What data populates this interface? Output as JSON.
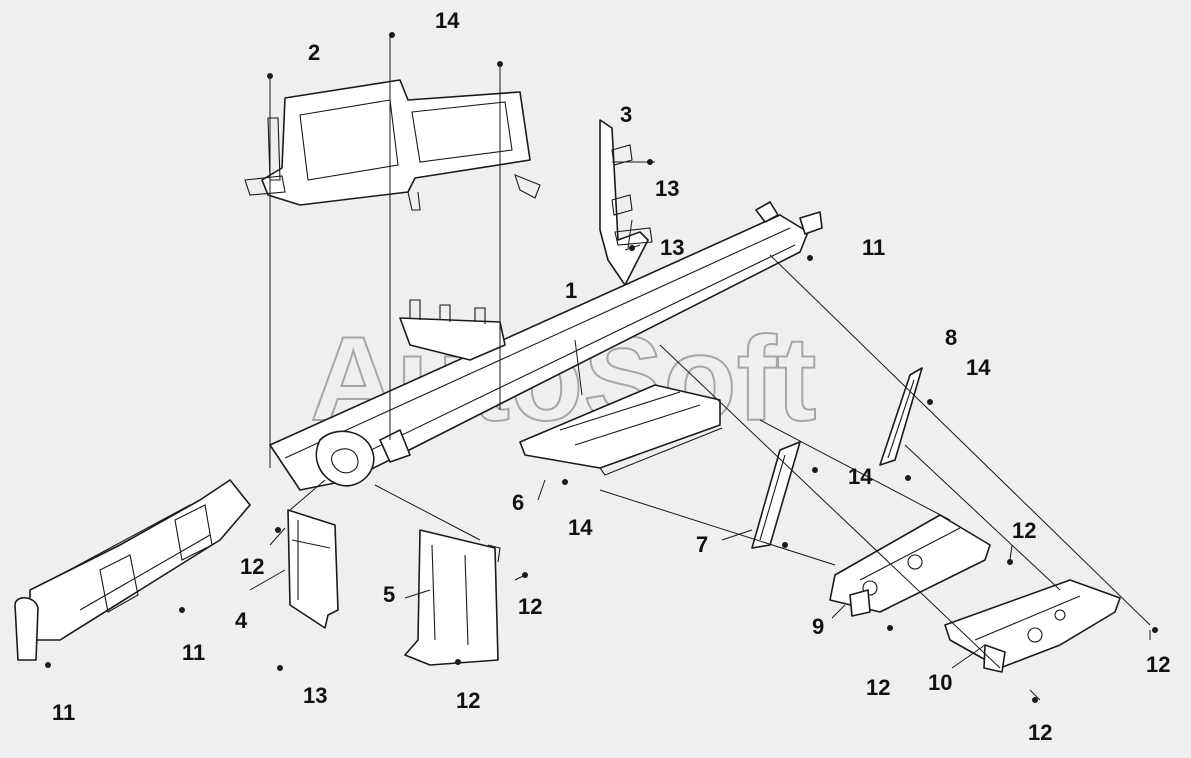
{
  "watermark": "AutoSoft",
  "callouts": [
    "14",
    "2",
    "3",
    "13",
    "13",
    "11",
    "1",
    "8",
    "14",
    "14",
    "6",
    "14",
    "7",
    "12",
    "12",
    "5",
    "4",
    "12",
    "11",
    "9",
    "11",
    "13",
    "12",
    "12",
    "10",
    "12",
    "12"
  ]
}
